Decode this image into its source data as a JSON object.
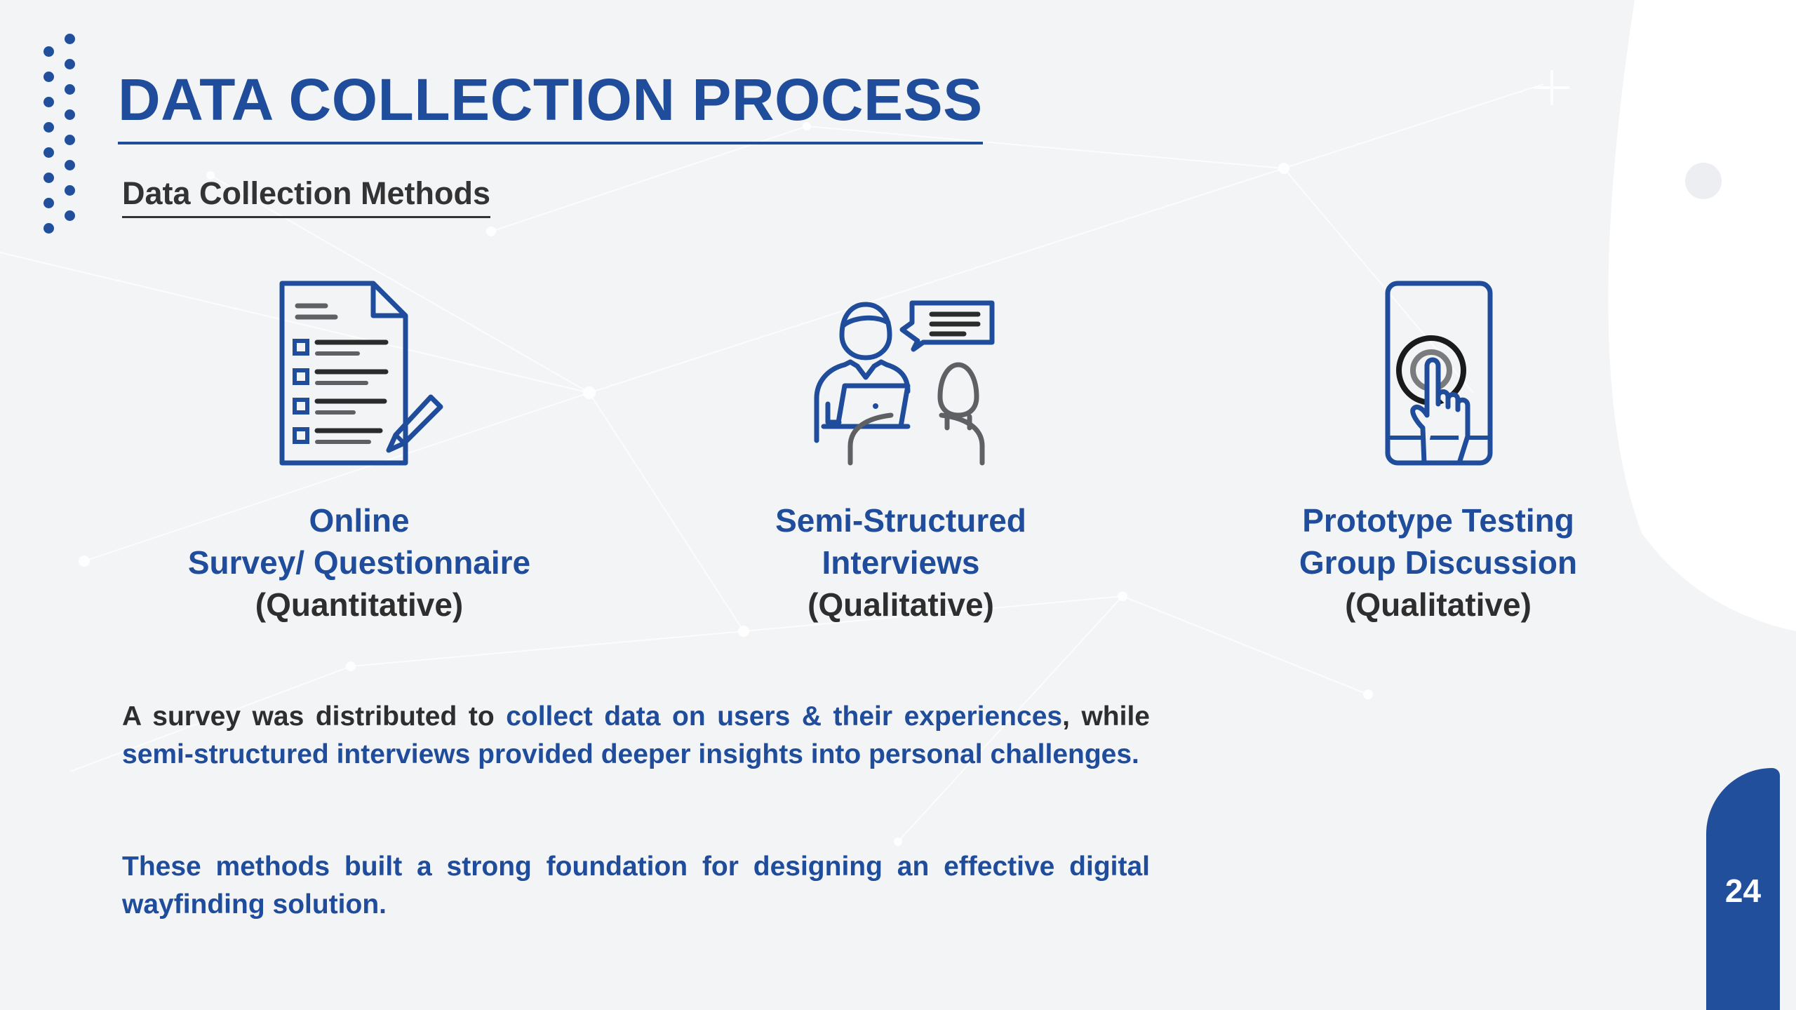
{
  "slide": {
    "title": "DATA COLLECTION PROCESS",
    "subtitle": "Data Collection Methods",
    "page_number": "24"
  },
  "methods": [
    {
      "icon": "survey-checklist-icon",
      "title_lines": [
        "Online",
        "Survey/ Questionnaire"
      ],
      "type": "(Quantitative)"
    },
    {
      "icon": "interview-icon",
      "title_lines": [
        "Semi-Structured",
        "Interviews"
      ],
      "type": "(Qualitative)"
    },
    {
      "icon": "phone-touch-icon",
      "title_lines": [
        "Prototype Testing",
        "Group Discussion"
      ],
      "type": "(Qualitative)"
    }
  ],
  "paragraphs": {
    "p1": {
      "seg1": "A survey was distributed to ",
      "seg2": "collect data on users & their experiences",
      "seg3": ", while ",
      "seg4": "semi-structured interviews provided deeper insights into personal challenges."
    },
    "p2": "These methods built a strong foundation for designing an effective digital wayfinding solution."
  },
  "colors": {
    "accent_blue": "#1f4c9b",
    "dark_text": "#2e2e2e",
    "icon_gray": "#5f6063",
    "background": "#f3f4f6"
  }
}
